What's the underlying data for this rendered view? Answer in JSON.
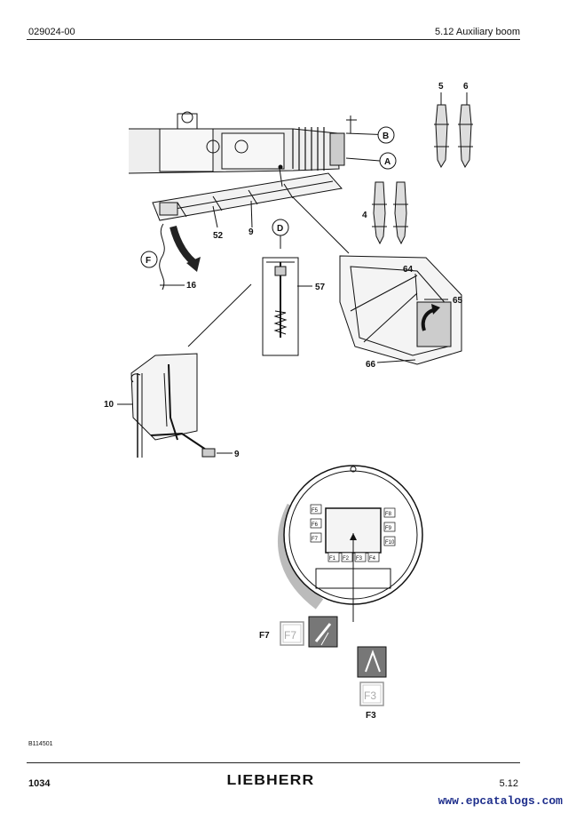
{
  "header": {
    "doc_number": "029024-00",
    "section": "5.12 Auxiliary boom"
  },
  "footer": {
    "page": "1034",
    "section_ref": "5.12",
    "brand": "LIEBHERR",
    "watermark": "www.epcatalogs.com"
  },
  "figure_ref": "B114501",
  "callouts": {
    "c5": "5",
    "c6": "6",
    "cB": "B",
    "cA": "A",
    "c4": "4",
    "cD": "D",
    "c52": "52",
    "c9a": "9",
    "cF": "F",
    "c16": "16",
    "c57": "57",
    "c64": "64",
    "c65": "65",
    "c66": "66",
    "c10": "10",
    "c9b": "9",
    "cF7": "F7",
    "cF3": "F3"
  },
  "keys": {
    "F7": "F7",
    "F3": "F3",
    "pad": [
      "F5",
      "F6",
      "F7",
      "F8",
      "F9",
      "F10",
      "F1",
      "F2",
      "F3",
      "F4"
    ]
  }
}
